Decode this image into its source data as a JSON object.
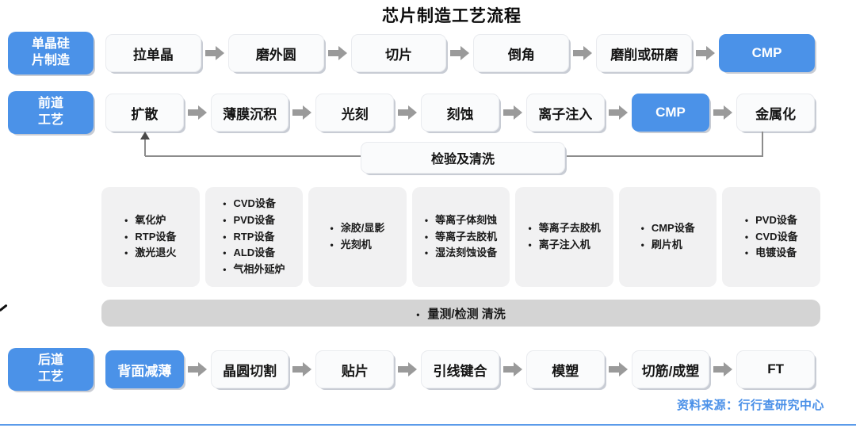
{
  "title": "芯片制造工艺流程",
  "flow_rows": [
    {
      "id": "wafer",
      "label_lines": [
        "单晶硅",
        "片制造"
      ],
      "steps": [
        {
          "text": "拉单晶",
          "highlight": false
        },
        {
          "text": "磨外圆",
          "highlight": false
        },
        {
          "text": "切片",
          "highlight": false
        },
        {
          "text": "倒角",
          "highlight": false
        },
        {
          "text": "磨削或研磨",
          "highlight": false
        },
        {
          "text": "CMP",
          "highlight": true
        }
      ]
    },
    {
      "id": "frontend",
      "label_lines": [
        "前道",
        "工艺"
      ],
      "steps": [
        {
          "text": "扩散",
          "highlight": false
        },
        {
          "text": "薄膜沉积",
          "highlight": false
        },
        {
          "text": "光刻",
          "highlight": false
        },
        {
          "text": "刻蚀",
          "highlight": false
        },
        {
          "text": "离子注入",
          "highlight": false
        },
        {
          "text": "CMP",
          "highlight": true
        },
        {
          "text": "金属化",
          "highlight": false
        }
      ]
    },
    {
      "id": "backend",
      "label_lines": [
        "后道",
        "工艺"
      ],
      "steps": [
        {
          "text": "背面减薄",
          "highlight": true
        },
        {
          "text": "晶圆切割",
          "highlight": false
        },
        {
          "text": "贴片",
          "highlight": false
        },
        {
          "text": "引线键合",
          "highlight": false
        },
        {
          "text": "模塑",
          "highlight": false
        },
        {
          "text": "切筋/成塑",
          "highlight": false
        },
        {
          "text": "FT",
          "highlight": false
        }
      ]
    }
  ],
  "inspection_box_label": "检验及清洗",
  "equipment_groups": [
    {
      "items": [
        "氧化炉",
        "RTP设备",
        "激光退火"
      ]
    },
    {
      "items": [
        "CVD设备",
        "PVD设备",
        "RTP设备",
        "ALD设备",
        "气相外延炉"
      ]
    },
    {
      "items": [
        "涂胶/显影",
        "光刻机"
      ]
    },
    {
      "items": [
        "等离子体刻蚀",
        "等离子去胶机",
        "湿法刻蚀设备"
      ]
    },
    {
      "items": [
        "等离子去胶机",
        "离子注入机"
      ]
    },
    {
      "items": [
        "CMP设备",
        "刷片机"
      ]
    },
    {
      "items": [
        "PVD设备",
        "CVD设备",
        "电镀设备"
      ]
    }
  ],
  "measurement_bar_label": "量测/检测  清洗",
  "source": "资料来源：行行查研究中心",
  "colors": {
    "accent_blue": "#4b92e8",
    "step_bg": "#fafbfc",
    "equipment_bg": "#f1f1f2",
    "bar_gray": "#d4d4d4",
    "arrow_gray": "#9a9a9a",
    "line_gray": "#8c8c8c",
    "source_blue": "#4a90e8",
    "bottom_rule_blue": "#5b9bea"
  }
}
